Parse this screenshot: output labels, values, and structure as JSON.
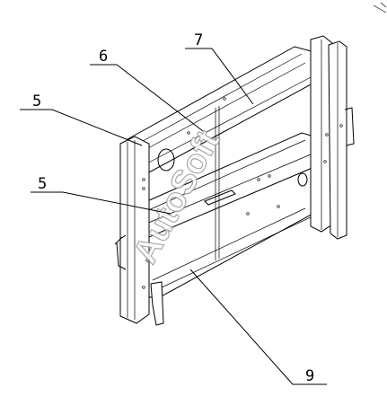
{
  "callouts": [
    {
      "id": "c5a",
      "label": "5"
    },
    {
      "id": "c5b",
      "label": "5"
    },
    {
      "id": "c6",
      "label": "6"
    },
    {
      "id": "c7",
      "label": "7"
    },
    {
      "id": "c9",
      "label": "9"
    }
  ],
  "watermark": {
    "text": "AutoSoft"
  }
}
